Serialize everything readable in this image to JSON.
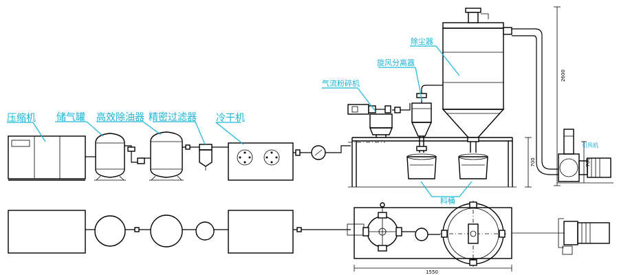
{
  "labels": {
    "compressor": "压缩机",
    "air_tank": "储气罐",
    "oil_remover": "高效除油器",
    "precision_filter": "精密过滤器",
    "cold_dryer": "冷干机",
    "airflow_mill": "气流粉碎机",
    "cyclone": "旋风分离器",
    "dust_collector": "除尘器",
    "induced_fan": "引风机",
    "material_bin": "料桶"
  },
  "dimensions": {
    "height_total": "2600",
    "height_table": "700",
    "height_fan": "700",
    "width_base": "1550"
  },
  "colors": {
    "label": "#19b6d8",
    "line": "#000000"
  }
}
